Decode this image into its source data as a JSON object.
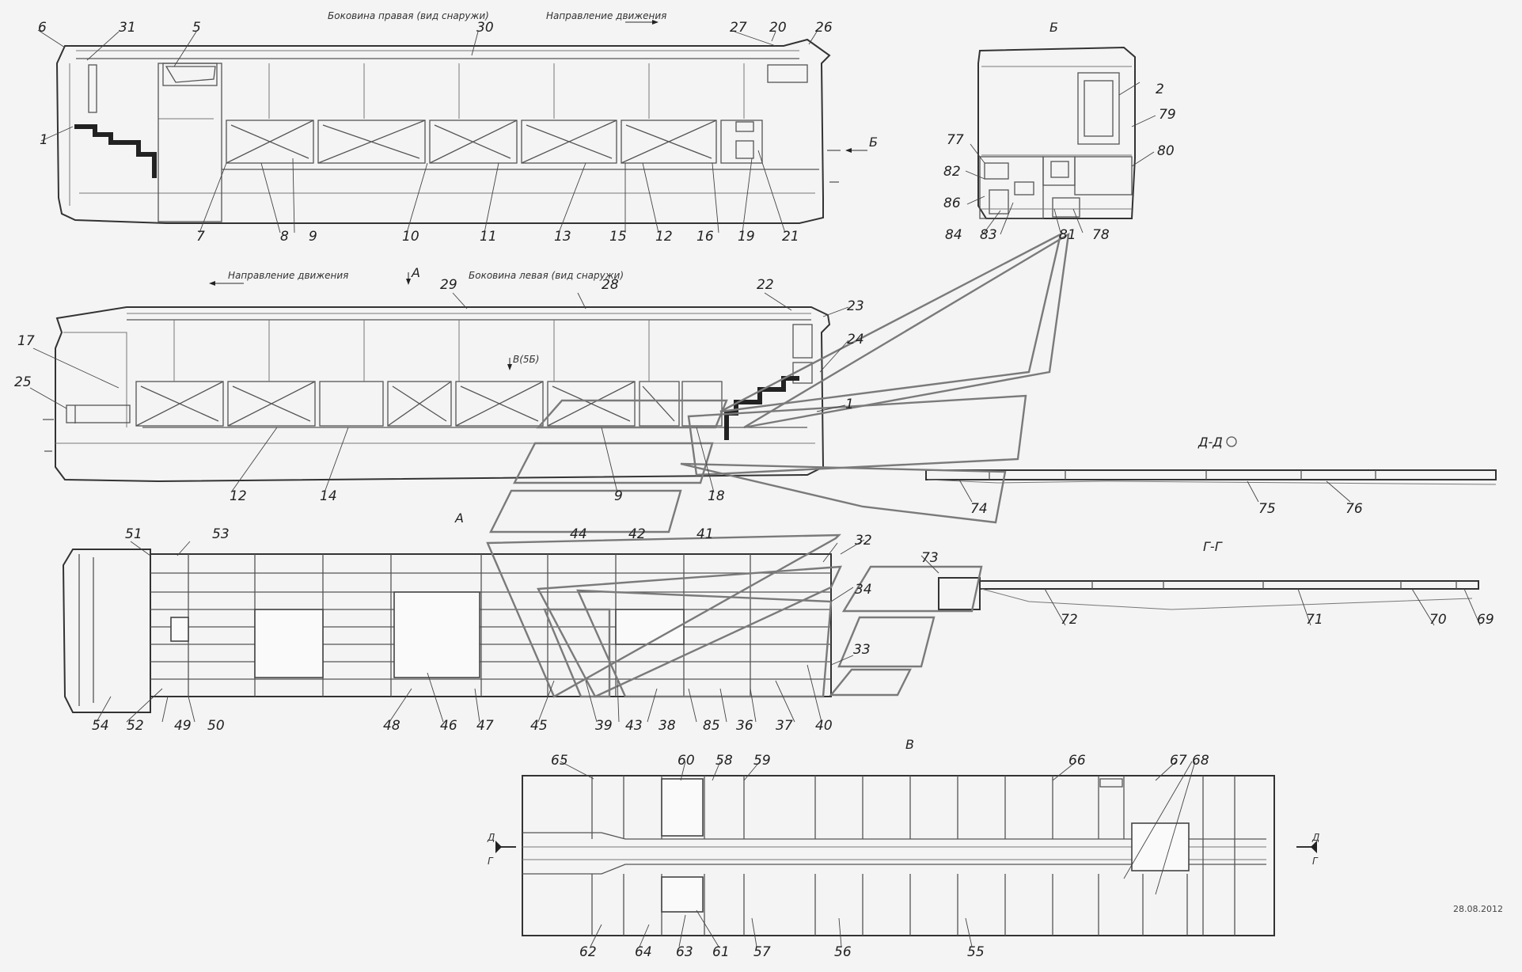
{
  "sheet": {
    "date": "28.08.2012"
  },
  "views": {
    "right_side": {
      "title": "Боковина правая (вид снаружи)",
      "direction": "Направление движения",
      "section_mark": "Б"
    },
    "left_side": {
      "title": "Боковина левая (вид снаружи)",
      "direction": "Направление движения",
      "view_mark": "А",
      "detail_mark": "В(5Б)"
    },
    "rear_B": {
      "title": "Б"
    },
    "bottom_A": {
      "title": "А"
    },
    "floor_V": {
      "title": "В",
      "section_d": "Д",
      "section_g": "Г"
    },
    "section_DD": {
      "title": "Д-Д"
    },
    "section_GG": {
      "title": "Г-Г"
    }
  },
  "callouts": {
    "right": [
      "6",
      "31",
      "5",
      "30",
      "27",
      "20",
      "26",
      "1",
      "7",
      "8",
      "9",
      "10",
      "11",
      "13",
      "15",
      "12",
      "16",
      "19",
      "21"
    ],
    "left": [
      "29",
      "28",
      "22",
      "23",
      "24",
      "17",
      "25",
      "1",
      "12",
      "14",
      "9",
      "18"
    ],
    "rear": [
      "2",
      "79",
      "80",
      "77",
      "82",
      "86",
      "84",
      "83",
      "81",
      "78"
    ],
    "bottom": [
      "51",
      "53",
      "44",
      "42",
      "41",
      "32",
      "34",
      "33",
      "54",
      "52",
      "49",
      "50",
      "48",
      "46",
      "47",
      "45",
      "39",
      "43",
      "38",
      "85",
      "36",
      "37",
      "40",
      "73"
    ],
    "sections": [
      "74",
      "75",
      "76",
      "72",
      "71",
      "70",
      "69"
    ],
    "floor": [
      "65",
      "60",
      "58",
      "59",
      "66",
      "67",
      "68",
      "62",
      "64",
      "63",
      "61",
      "57",
      "56",
      "55"
    ]
  }
}
